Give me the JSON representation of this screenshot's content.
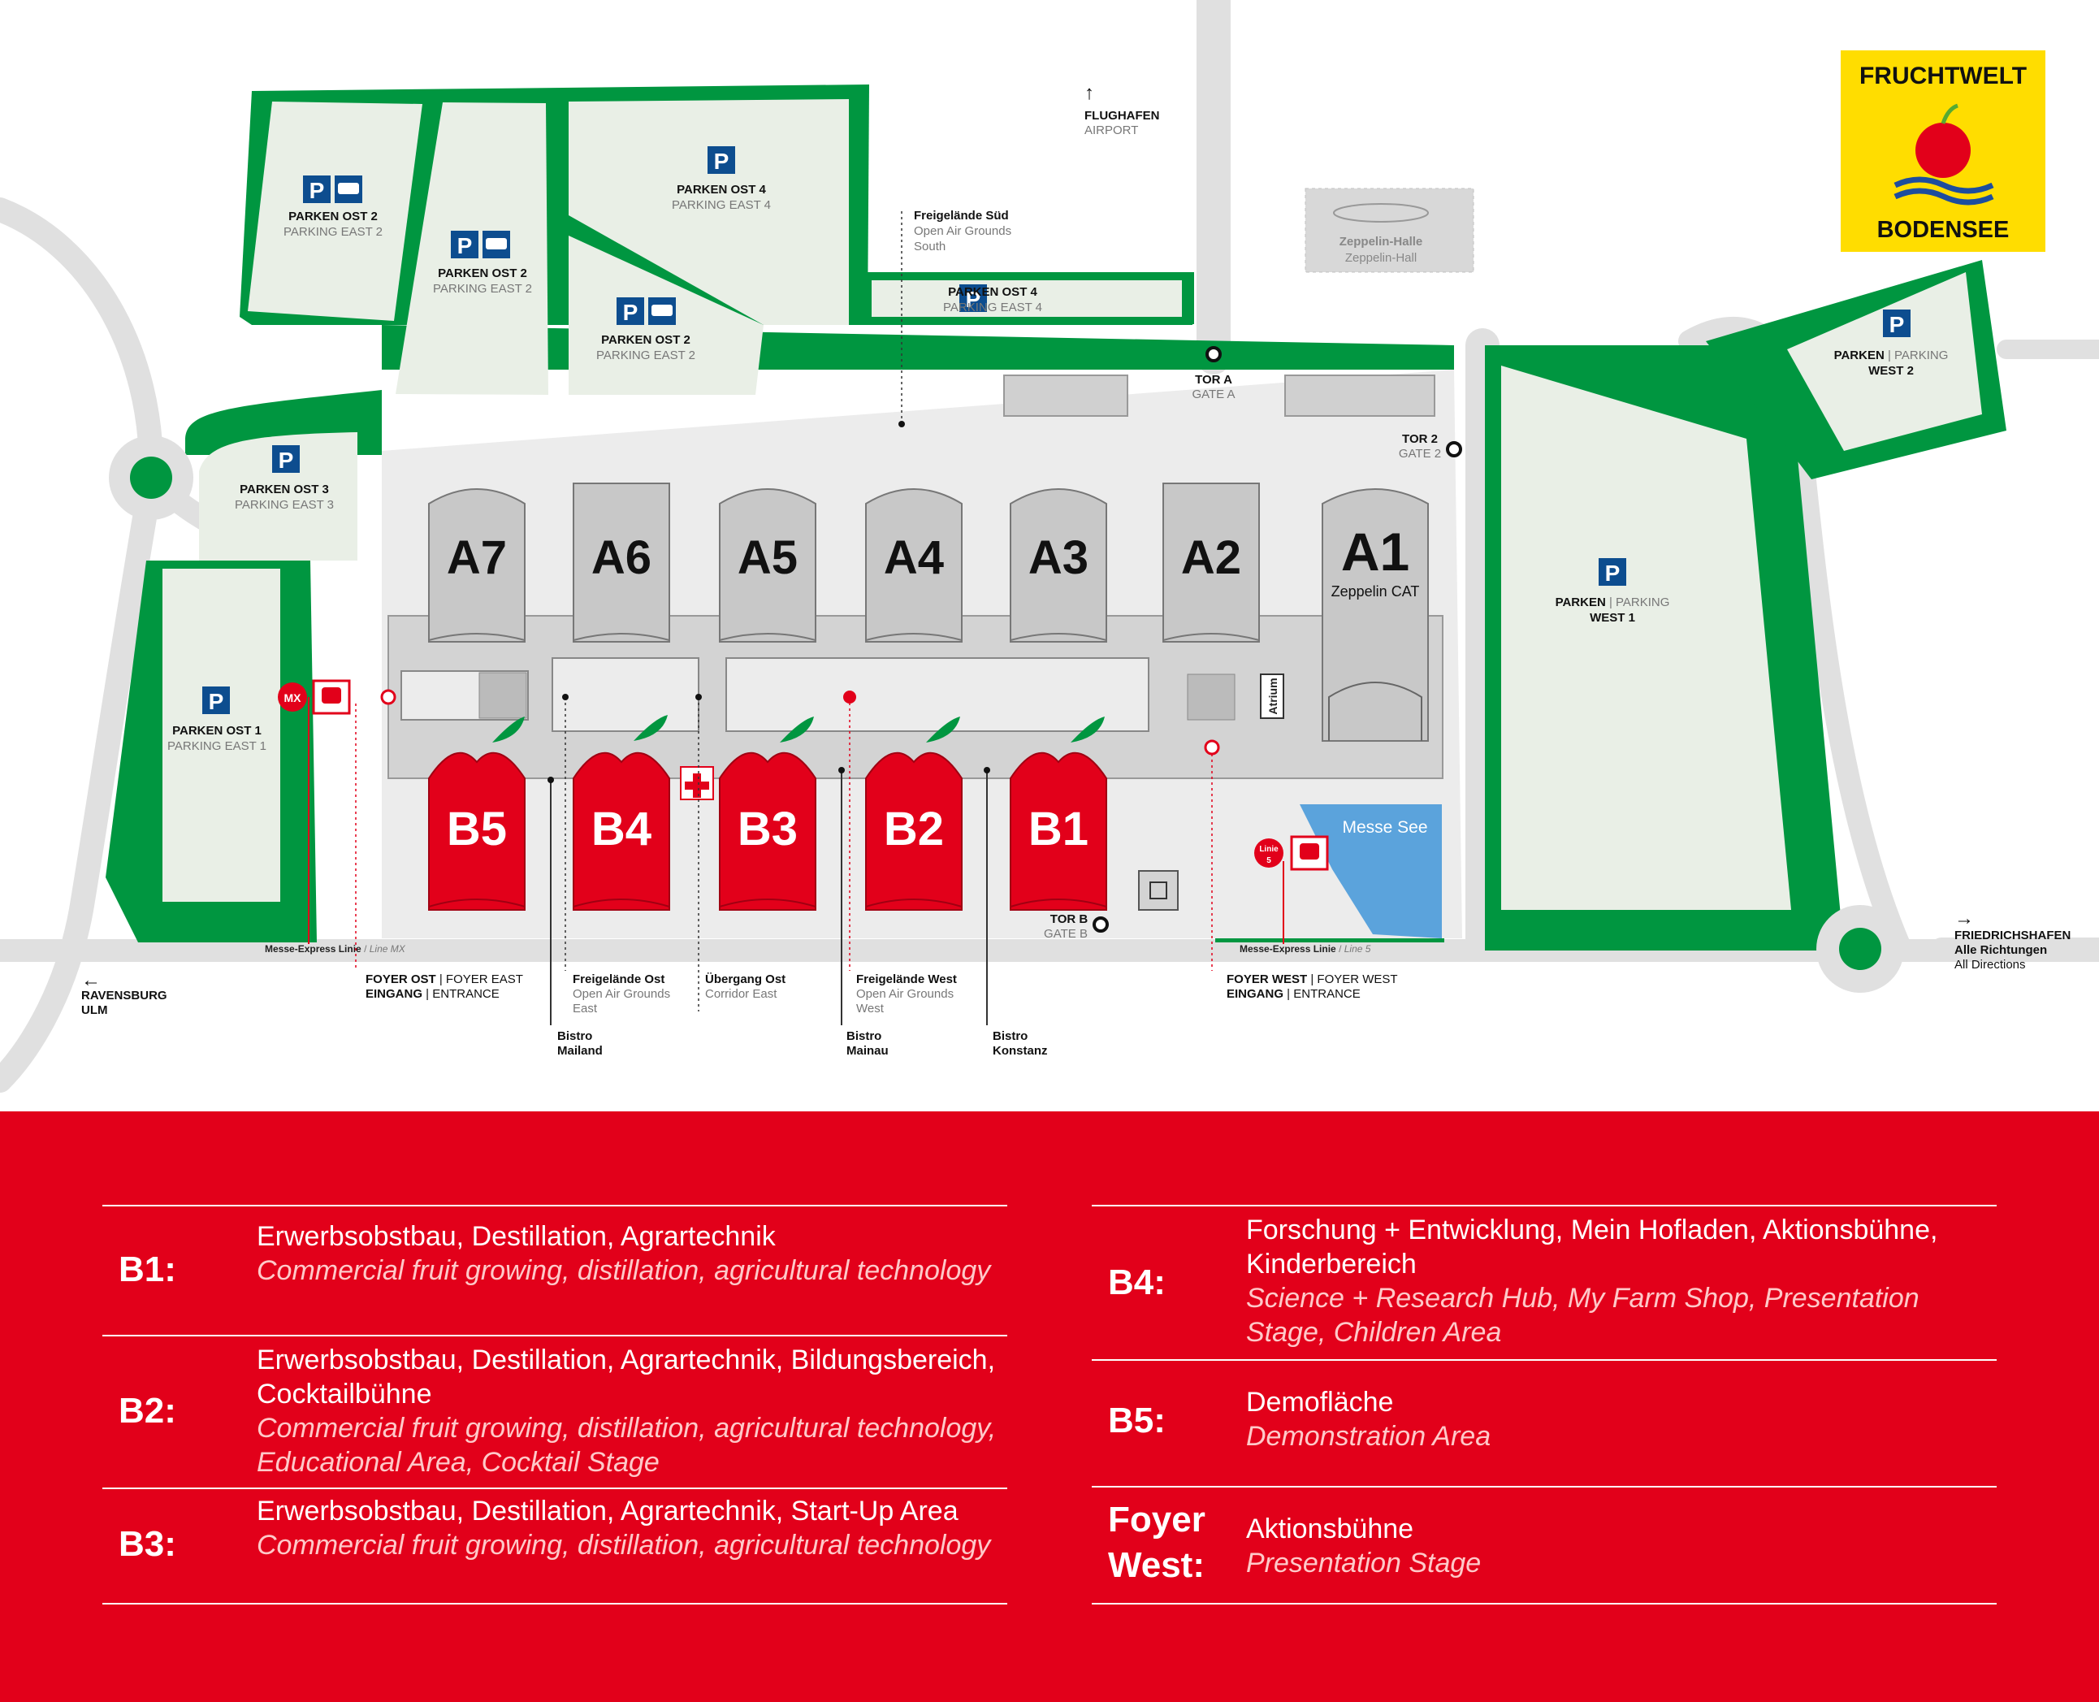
{
  "map": {
    "logo": {
      "line1": "FRUCHTWELT",
      "line2": "BODENSEE"
    },
    "halls_a": [
      {
        "id": "A7",
        "label": "A7"
      },
      {
        "id": "A6",
        "label": "A6"
      },
      {
        "id": "A5",
        "label": "A5"
      },
      {
        "id": "A4",
        "label": "A4"
      },
      {
        "id": "A3",
        "label": "A3"
      },
      {
        "id": "A2",
        "label": "A2"
      },
      {
        "id": "A1",
        "label": "A1",
        "sub": "Zeppelin CAT"
      }
    ],
    "halls_b": [
      {
        "id": "B5",
        "label": "B5"
      },
      {
        "id": "B4",
        "label": "B4"
      },
      {
        "id": "B3",
        "label": "B3"
      },
      {
        "id": "B2",
        "label": "B2"
      },
      {
        "id": "B1",
        "label": "B1"
      }
    ],
    "parking": {
      "ost2a": {
        "title": "PARKEN OST 2",
        "sub": "PARKING EAST 2"
      },
      "ost2b": {
        "title": "PARKEN OST 2",
        "sub": "PARKING EAST 2"
      },
      "ost2c": {
        "title": "PARKEN OST 2",
        "sub": "PARKING EAST 2"
      },
      "ost4a": {
        "title": "PARKEN OST 4",
        "sub": "PARKING EAST 4"
      },
      "ost4b": {
        "title": "PARKEN OST 4",
        "sub": "PARKING EAST 4"
      },
      "ost3": {
        "title": "PARKEN OST 3",
        "sub": "PARKING EAST 3"
      },
      "ost1": {
        "title": "PARKEN OST 1",
        "sub": "PARKING EAST 1"
      },
      "west1": {
        "title": "PARKEN",
        "sep": " | ",
        "title_en": "PARKING",
        "sub": "WEST 1"
      },
      "west2": {
        "title": "PARKEN",
        "sep": " | ",
        "title_en": "PARKING",
        "sub": "WEST 2"
      }
    },
    "gates": {
      "tor_a": {
        "de": "TOR A",
        "en": "GATE A"
      },
      "tor_2": {
        "de": "TOR 2",
        "en": "GATE 2"
      },
      "tor_b": {
        "de": "TOR B",
        "en": "GATE B"
      }
    },
    "places": {
      "zeppelin_halle": {
        "de": "Zeppelin-Halle",
        "en": "Zeppelin-Hall"
      },
      "messe_see": "Messe See",
      "atrium": "Atrium",
      "freigelaende_sued": {
        "de": "Freigelände Süd",
        "en1": "Open Air Grounds",
        "en2": "South"
      }
    },
    "directions": {
      "flughafen": {
        "de": "FLUGHAFEN",
        "en": "AIRPORT",
        "arrow": "↑"
      },
      "ravensburg": {
        "line1": "RAVENSBURG",
        "line2": "ULM",
        "arrow": "←"
      },
      "friedrichshafen": {
        "line1": "FRIEDRICHSHAFEN",
        "line2": "Alle Richtungen",
        "line3": "All Directions",
        "arrow": "→"
      }
    },
    "lines": {
      "mx": {
        "de": "Messe-Express Linie",
        "en": "Line MX",
        "badge": "MX"
      },
      "l5": {
        "de": "Messe-Express Linie",
        "en": "Line 5",
        "badge1": "Linie",
        "badge2": "5"
      }
    },
    "labels": {
      "foyer_ost": {
        "de1": "FOYER OST",
        "en1": "FOYER EAST",
        "de2": "EINGANG",
        "en2": "ENTRANCE"
      },
      "foyer_west": {
        "de1": "FOYER WEST",
        "en1": "FOYER WEST",
        "de2": "EINGANG",
        "en2": "ENTRANCE"
      },
      "freigelaende_ost": {
        "de": "Freigelände Ost",
        "en1": "Open Air Grounds",
        "en2": "East"
      },
      "uebergang_ost": {
        "de": "Übergang Ost",
        "en": "Corridor East"
      },
      "freigelaende_west": {
        "de": "Freigelände West",
        "en1": "Open Air Grounds",
        "en2": "West"
      },
      "bistro_mailand": {
        "l1": "Bistro",
        "l2": "Mailand"
      },
      "bistro_mainau": {
        "l1": "Bistro",
        "l2": "Mainau"
      },
      "bistro_konstanz": {
        "l1": "Bistro",
        "l2": "Konstanz"
      }
    }
  },
  "legend": {
    "left": [
      {
        "hall": "B1:",
        "de": "Erwerbsobstbau, Destillation, Agrartechnik",
        "en": "Commercial fruit growing, distillation, agricultural technology"
      },
      {
        "hall": "B2:",
        "de": "Erwerbsobstbau, Destillation, Agrartechnik, Bildungsbereich, Cocktailbühne",
        "en": "Commercial fruit growing, distillation, agricultural technology, Educational Area, Cocktail Stage"
      },
      {
        "hall": "B3:",
        "de": "Erwerbsobstbau, Destillation, Agrartechnik, Start-Up Area",
        "en": "Commercial fruit growing, distillation, agricultural technology"
      }
    ],
    "right": [
      {
        "hall": "B4:",
        "de": "Forschung + Entwicklung, Mein Hofladen, Aktionsbühne, Kinderbereich",
        "en": "Science + Research Hub, My Farm Shop, Presentation Stage, Children Area"
      },
      {
        "hall": "B5:",
        "de": "Demofläche",
        "en": "Demonstration Area"
      },
      {
        "hall": "Foyer West:",
        "de": "Aktionsbühne",
        "en": "Presentation Stage"
      }
    ]
  }
}
